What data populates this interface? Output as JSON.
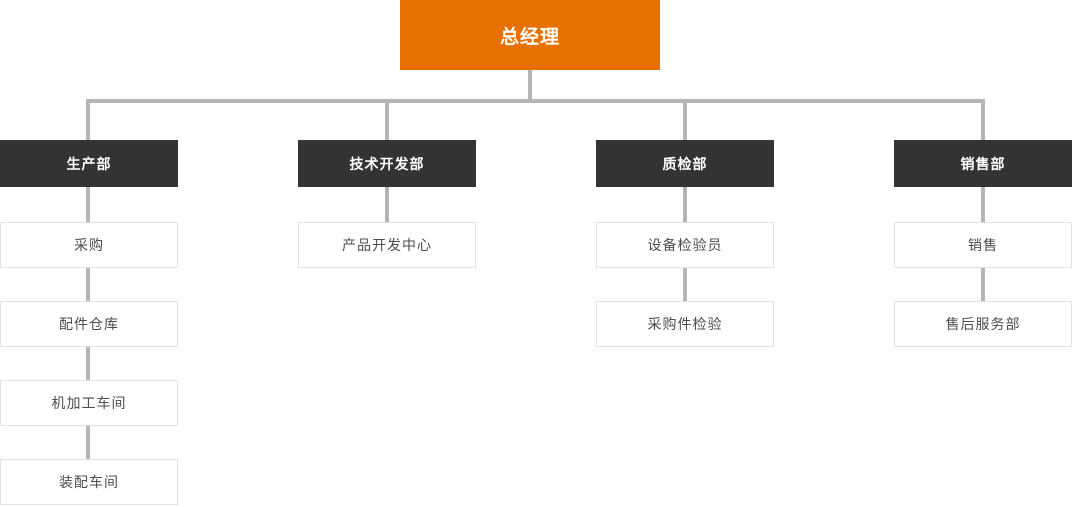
{
  "org_chart": {
    "root": {
      "label": "总经理"
    },
    "departments": [
      {
        "label": "生产部",
        "children": [
          "采购",
          "配件仓库",
          "机加工车间",
          "装配车间"
        ]
      },
      {
        "label": "技术开发部",
        "children": [
          "产品开发中心"
        ]
      },
      {
        "label": "质检部",
        "children": [
          "设备检验员",
          "采购件检验"
        ]
      },
      {
        "label": "销售部",
        "children": [
          "销售",
          "售后服务部"
        ]
      }
    ],
    "colors": {
      "root_bg": "#E87000",
      "dept_bg": "#333333",
      "connector": "#B5B5B5",
      "child_border": "#E3E3E3",
      "child_text": "#4D4D4D"
    }
  }
}
